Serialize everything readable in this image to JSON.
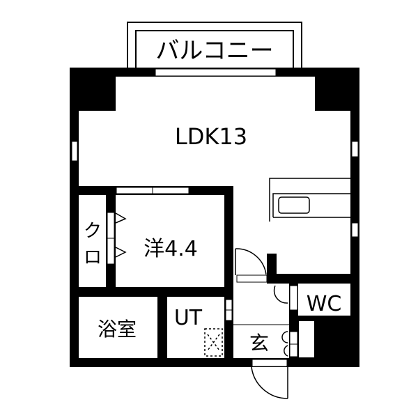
{
  "plan": {
    "rooms": {
      "balcony": "バルコニー",
      "ldk": "LDK13",
      "western_room": "洋4.4",
      "closet_top": "ク",
      "closet_bottom": "ロ",
      "bath": "浴室",
      "utility": "UT",
      "wc": "WC",
      "entrance": "玄"
    },
    "colors": {
      "wall": "#000000",
      "floor": "#ffffff"
    }
  }
}
